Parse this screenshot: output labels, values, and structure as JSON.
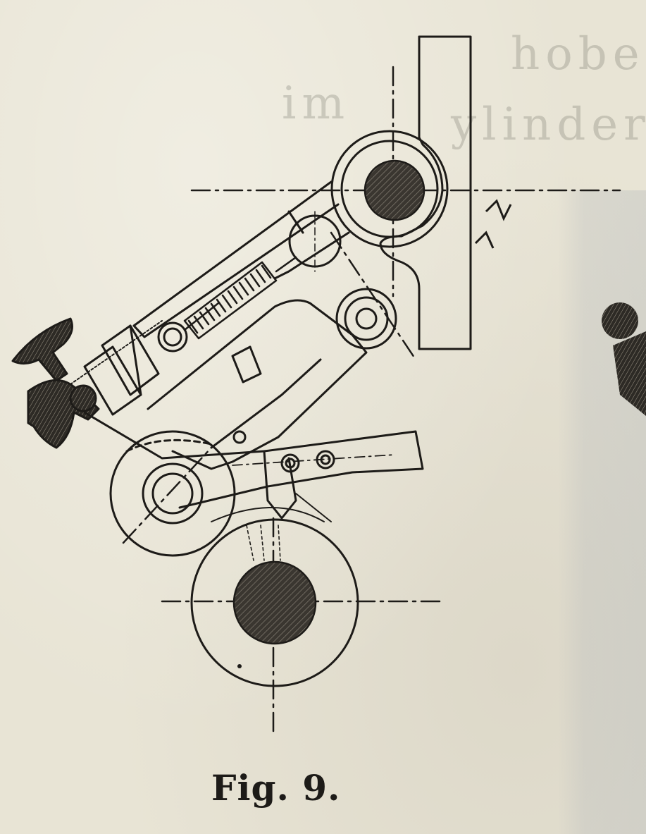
{
  "figure": {
    "caption": "Fig. 9.",
    "show_through_text": [
      "hoben",
      "im",
      "ylinder"
    ],
    "ink_color": "#1d1b18",
    "paper_color": "#e8e4d5"
  }
}
